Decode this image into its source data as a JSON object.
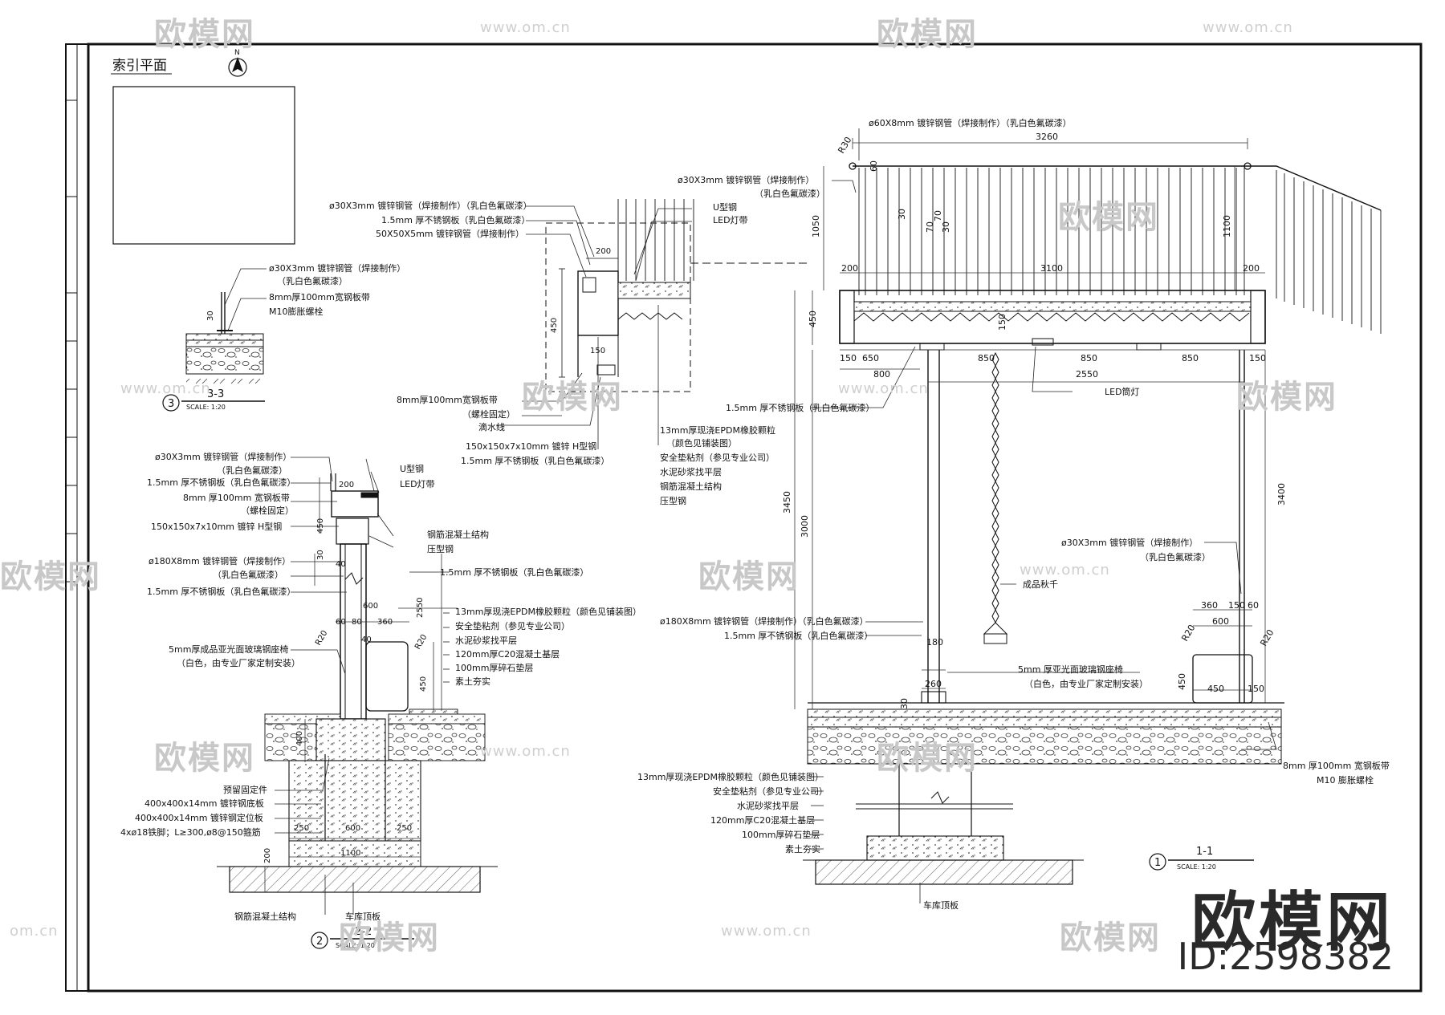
{
  "index_plan": {
    "title": "索引平面",
    "north": "N"
  },
  "watermark": {
    "brand": "欧模网",
    "url": "www.om.cn",
    "url_short": "om.cn"
  },
  "brand": {
    "logo": "欧模网",
    "id": "ID:2598382"
  },
  "sections": {
    "s33": {
      "num": "3",
      "title": "3-3",
      "scale": "SCALE: 1:20"
    },
    "s22": {
      "num": "2",
      "title": "2-2",
      "scale": "SCALE: 1:20"
    },
    "s11": {
      "num": "1",
      "title": "1-1",
      "scale": "SCALE: 1:20"
    }
  },
  "labels33": [
    "ø30X3mm 镀锌钢管（焊接制作）",
    "（乳白色氟碳漆）",
    "8mm厚100mm宽钢板带",
    "M10膨胀螺栓"
  ],
  "dims33": [
    "30"
  ],
  "labelsDetail": [
    "ø30X3mm 镀锌钢管（焊接制作）（乳白色氟碳漆）",
    "1.5mm 厚不锈钢板（乳白色氟碳漆）",
    "50X50X5mm 镀锌钢管（焊接制作）",
    "U型钢",
    "LED灯带",
    "8mm厚100mm宽钢板带",
    "（螺栓固定）",
    "滴水线",
    "150x150x7x10mm 镀锌 H型钢",
    "1.5mm 厚不锈钢板（乳白色氟碳漆）",
    "13mm厚现浇EPDM橡胶颗粒",
    "（颜色见铺装图）",
    "安全垫粘剂（参见专业公司）",
    "水泥砂浆找平层",
    "钢筋混凝土结构",
    "压型钢"
  ],
  "dimsDetail": [
    "200",
    "450",
    "150"
  ],
  "labels22": [
    "ø30X3mm 镀锌钢管（焊接制作）",
    "（乳白色氟碳漆）",
    "1.5mm 厚不锈钢板（乳白色氟碳漆）",
    "8mm 厚100mm 宽钢板带",
    "（螺栓固定）",
    "150x150x7x10mm 镀锌 H型钢",
    "ø180X8mm 镀锌钢管（焊接制作）",
    "（乳白色氟碳漆）",
    "1.5mm 厚不锈钢板（乳白色氟碳漆）",
    "5mm厚成品亚光面玻璃钢座椅",
    "（白色，由专业厂家定制安装）",
    "预留固定件",
    "400x400x14mm 镀锌钢底板",
    "400x400x14mm 镀锌钢定位板",
    "4xø18铁脚；L≥300,ø8@150箍筋",
    "U型钢",
    "LED灯带",
    "钢筋混凝土结构",
    "压型钢",
    "1.5mm 厚不锈钢板（乳白色氟碳漆）",
    "13mm厚现浇EPDM橡胶颗粒（颜色见铺装图）",
    "安全垫粘剂（参见专业公司）",
    "水泥砂浆找平层",
    "120mm厚C20混凝土基层",
    "100mm厚碎石垫层",
    "素土夯实",
    "钢筋混凝土结构",
    "车库顶板"
  ],
  "dims22": [
    "200",
    "450",
    "30",
    "40",
    "2550",
    "600",
    "60",
    "80",
    "360",
    "R20",
    "R20",
    "40",
    "450",
    "400",
    "250",
    "600",
    "250",
    "1100",
    "200"
  ],
  "labels11": [
    "ø60X8mm 镀锌钢管（焊接制作）（乳白色氟碳漆）",
    "ø30X3mm 镀锌钢管（焊接制作）",
    "（乳白色氟碳漆）",
    "1.5mm 厚不锈钢板（乳白色氟碳漆）",
    "LED筒灯",
    "成品秋千",
    "ø30X3mm 镀锌钢管（焊接制作）",
    "（乳白色氟碳漆）",
    "ø180X8mm 镀锌钢管（焊接制作）（乳白色氟碳漆）",
    "1.5mm 厚不锈钢板（乳白色氟碳漆）",
    "5mm 厚亚光面玻璃钢座椅",
    "（白色，由专业厂家定制安装）",
    "8mm 厚100mm 宽钢板带",
    "M10 膨胀螺栓",
    "13mm厚现浇EPDM橡胶颗粒（颜色见铺装图）",
    "安全垫粘剂（参见专业公司）",
    "水泥砂浆找平层",
    "120mm厚C20混凝土基层",
    "100mm厚碎石垫层",
    "素土夯实",
    "车库顶板"
  ],
  "dims11": [
    "3260",
    "R30",
    "60",
    "1050",
    "30",
    "70",
    "70",
    "30",
    "1100",
    "200",
    "3100",
    "200",
    "450",
    "150",
    "150",
    "650",
    "850",
    "850",
    "850",
    "800",
    "2550",
    "150",
    "3450",
    "3000",
    "3400",
    "360",
    "150",
    "60",
    "600",
    "R20",
    "R20",
    "180",
    "260",
    "30",
    "450",
    "150",
    "450"
  ]
}
